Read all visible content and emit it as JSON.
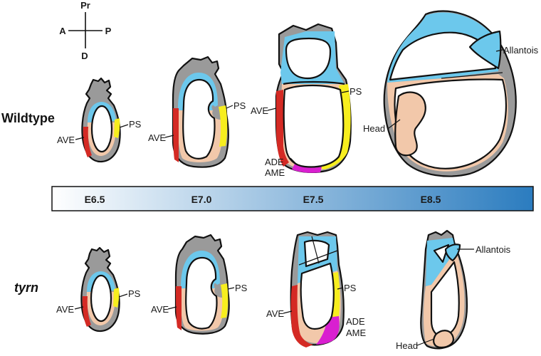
{
  "colors": {
    "visceral_endoderm": "#9a9a9a",
    "epiblast_extraembryonic": "#6cc8ec",
    "epiblast_embryonic": "#f2c8aa",
    "ave": "#d42a24",
    "ps": "#f7ee1e",
    "ade_ame": "#d91fd0",
    "timeline_start": "#ffffff",
    "timeline_end": "#2b7cbf"
  },
  "axes": {
    "proximal": "Pr",
    "anterior": "A",
    "posterior": "P",
    "distal": "D"
  },
  "rows": {
    "wildtype": "Wildtype",
    "mutant": "tyrn"
  },
  "timeline": {
    "stages": [
      "E6.5",
      "E7.0",
      "E7.5",
      "E8.5"
    ]
  },
  "labels": {
    "ave": "AVE",
    "ps": "PS",
    "ade": "ADE",
    "ame": "AME",
    "head": "Head",
    "allantois": "Allantois"
  }
}
